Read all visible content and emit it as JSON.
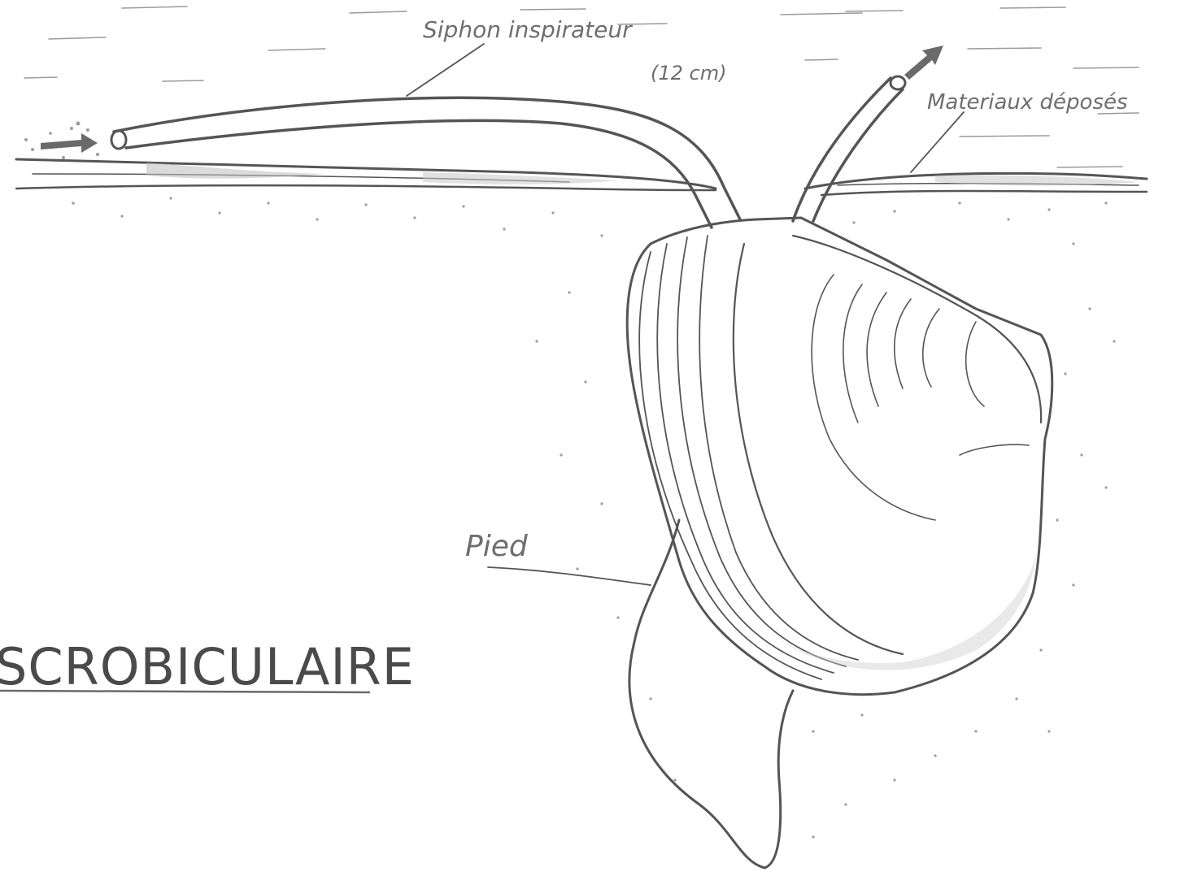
{
  "title": "SCROBICULAIRE",
  "labels": {
    "inhalant_siphon": "Siphon inspirateur",
    "inhalant_siphon_length": "(12 cm)",
    "deposited_material": "Materiaux déposés",
    "foot": "Pied"
  },
  "colors": {
    "paper": "#ffffff",
    "pencil": "#555555",
    "faint_pencil": "#9a9a9a"
  }
}
